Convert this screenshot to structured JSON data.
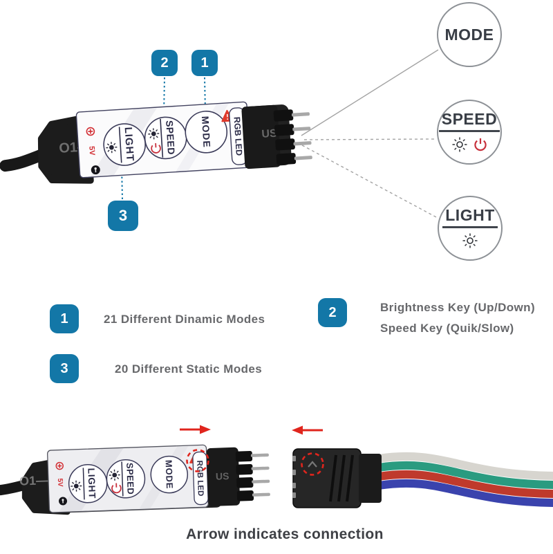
{
  "title": "RGB LED mini controller instruction diagram",
  "palette": {
    "badge_blue": "#1377a7",
    "accent_red": "#e0251d",
    "legend_text_gray": "#67686b",
    "caption_gray": "#3e4045",
    "wire_white": "#d7d5cf",
    "wire_green": "#2a9b80",
    "wire_red": "#bf3a2c",
    "wire_blue": "#3a43ad"
  },
  "keys": {
    "mode": {
      "label": "MODE"
    },
    "speed": {
      "label": "SPEED"
    },
    "light": {
      "label": "LIGHT"
    }
  },
  "callouts": {
    "one": "1",
    "two": "2",
    "three": "3"
  },
  "legend": {
    "item1": {
      "num": "1",
      "text": "21 Different Dinamic Modes"
    },
    "item2": {
      "num": "2",
      "line1": "Brightness Key (Up/Down)",
      "line2": "Speed Key (Quik/Slow)"
    },
    "item3": {
      "num": "3",
      "text": "20 Different Static Modes"
    }
  },
  "device": {
    "brand": "RGB LED",
    "voltage": "5V",
    "button_light": "LIGHT",
    "button_speed": "SPEED",
    "button_mode": "MODE",
    "watermark_left": "O1—",
    "watermark_right": "US"
  },
  "icons": {
    "sun": "sun-icon",
    "power": "power-icon",
    "warning": "warning-triangle-icon",
    "plus": "circle-plus-icon",
    "lock": "lock-icon",
    "arrow_right": "red-arrow-right-icon",
    "arrow_left": "red-arrow-left-icon",
    "highlight": "red-dashed-circle"
  },
  "caption": "Arrow indicates connection"
}
